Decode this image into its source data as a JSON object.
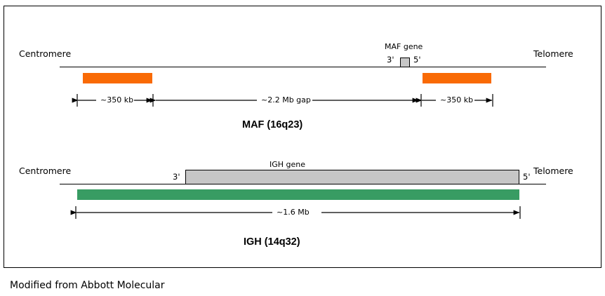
{
  "figure": {
    "footer_note": "Modified from Abbott Molecular"
  },
  "panels": [
    {
      "id": "maf",
      "title": "MAF (16q23)",
      "centromere_label": "Centromere",
      "telomere_label": "Telomere",
      "gene_label": "MAF gene",
      "gene_end_left": "3'",
      "gene_end_right": "5'",
      "probe_color": "#f96a05",
      "gene_box_color": "#c6c6c6",
      "measures": [
        {
          "label": "~350 kb"
        },
        {
          "label": "~2.2 Mb gap"
        },
        {
          "label": "~350 kb"
        }
      ]
    },
    {
      "id": "igh",
      "title": "IGH (14q32)",
      "centromere_label": "Centromere",
      "telomere_label": "Telomere",
      "gene_label": "IGH gene",
      "gene_end_left": "3'",
      "gene_end_right": "5'",
      "probe_color": "#389c63",
      "gene_box_color": "#c6c6c6",
      "measures": [
        {
          "label": "~1.6 Mb"
        }
      ]
    }
  ]
}
